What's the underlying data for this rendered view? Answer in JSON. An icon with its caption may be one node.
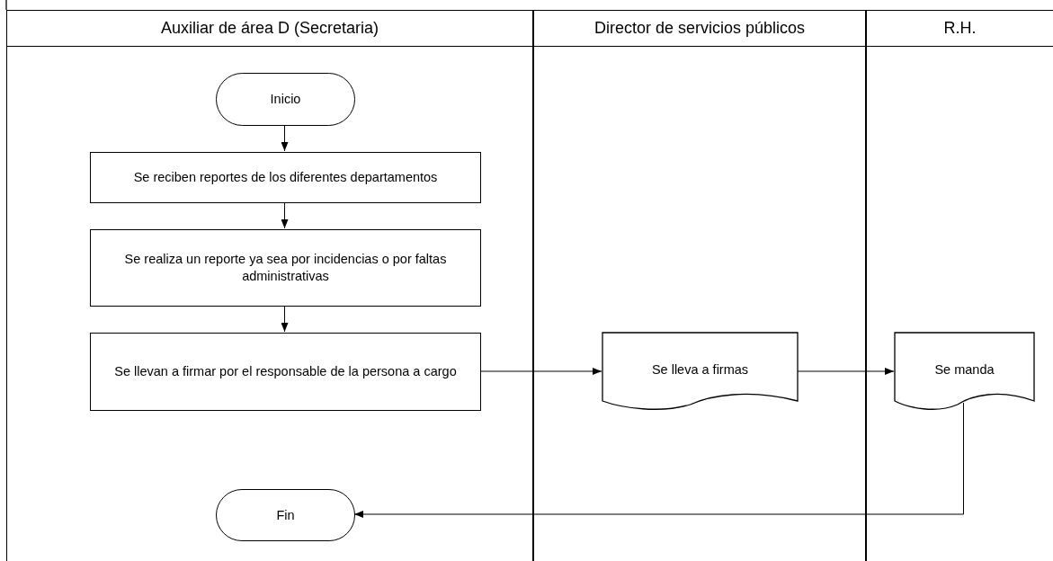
{
  "diagram": {
    "nodes": [
      {
        "text": [
          "Auxiliar de área D (Secretaria)"
        ]
      },
      {
        "text": [
          "Director de servicios públicos"
        ]
      },
      {
        "text": [
          "R.H."
        ]
      },
      {
        "text": [
          "Inicio"
        ],
        "in": 0
      },
      {
        "text": [
          "Se reciben reportes de los diferentes departamentos"
        ],
        "in": 0
      },
      {
        "text": [
          "Se realiza un reporte ya sea por incidencias o por faltas administrativas"
        ],
        "in": 0
      },
      {
        "text": [
          "Se llevan a firmar por el responsable de la persona a cargo"
        ],
        "in": 0
      },
      {
        "text": [
          "Fin"
        ],
        "in": 0
      },
      {
        "text": [
          "Se lleva a firmas"
        ],
        "in": 1
      },
      {
        "text": [
          "Se manda"
        ],
        "in": 2
      }
    ],
    "edges": [
      {
        "from": 3,
        "to": 4,
        "arrow": "to"
      },
      {
        "from": 4,
        "to": 5,
        "arrow": "to"
      },
      {
        "from": 5,
        "to": 6,
        "arrow": "to"
      },
      {
        "from": 6,
        "to": 8,
        "arrow": "to"
      },
      {
        "from": 8,
        "to": 9,
        "arrow": "to"
      },
      {
        "from": 9,
        "to": 7,
        "arrow": "to"
      }
    ]
  }
}
